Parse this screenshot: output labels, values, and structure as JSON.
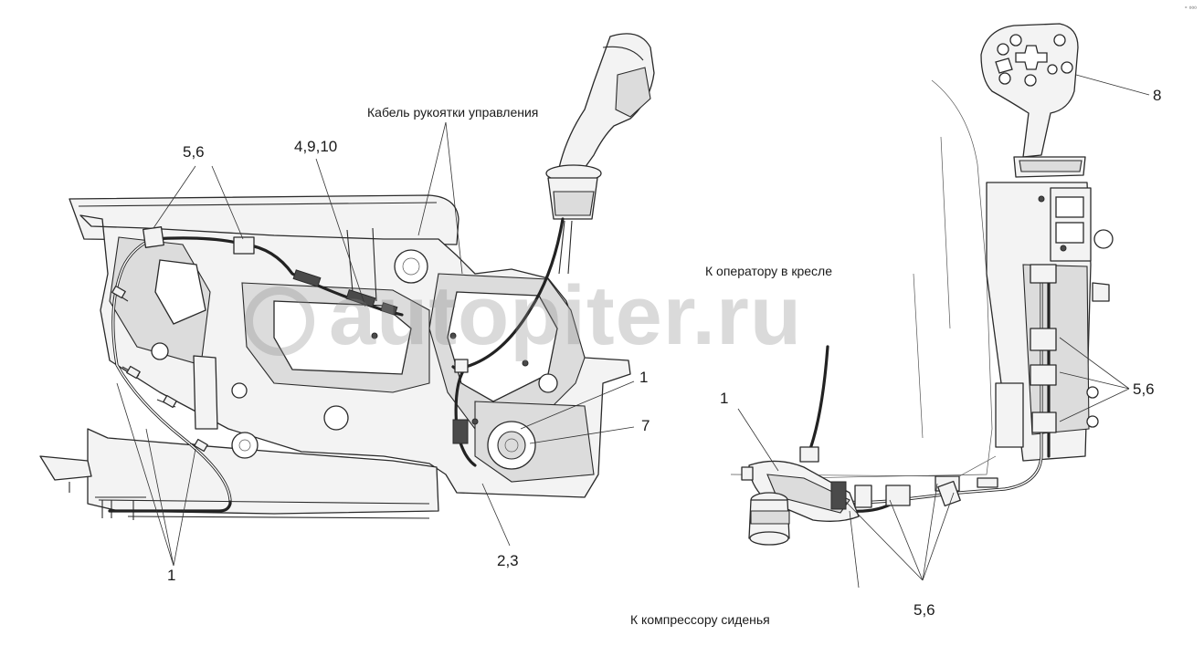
{
  "labels": {
    "cable_handle": "Кабель рукоятки управления",
    "to_operator": "К оператору в кресле",
    "to_compressor": "К компрессору сиденья",
    "left_5_6": "5,6",
    "left_4_9_10": "4,9,10",
    "left_1_right": "1",
    "left_7": "7",
    "left_2_3": "2,3",
    "left_1_bottom": "1",
    "right_8": "8",
    "right_5_6_side": "5,6",
    "right_1": "1",
    "right_5_6_bottom": "5,6"
  },
  "watermark": "autopiter.ru",
  "corner_mark": "° ⁰⁰⁰",
  "colors": {
    "line": "#2a2a2a",
    "fill": "#f2f2f2",
    "shade": "#cfcfcf",
    "watermark": "#8c8c8c"
  }
}
